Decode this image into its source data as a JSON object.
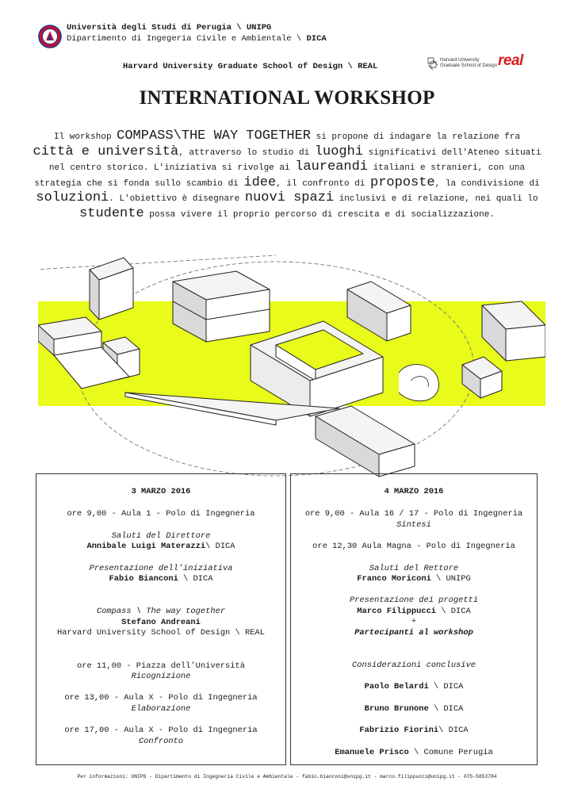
{
  "header": {
    "university": "Università degli Studi di Perugia \\ UNIPG",
    "department_prefix": "Dipartimento di Ingegeria Civile e Ambientale \\",
    "department_code": "DICA",
    "harvard": "Harvard University Graduate School of Design \\ REAL",
    "harvard_logo_line1": "Harvard University",
    "harvard_logo_line2": "Graduate School of Design",
    "real_logo": "real",
    "seal_icon": "university-seal-icon"
  },
  "title": "INTERNATIONAL WORKSHOP",
  "intro": {
    "s1": "Il workshop ",
    "k1": "COMPASS\\THE WAY TOGETHER",
    "s2": " si propone di indagare la relazione fra ",
    "k2": "città e università",
    "s3": ", attraverso lo studio di ",
    "k3": "luoghi",
    "s4": " significativi dell'Ateneo situati nel centro storico. L'iniziativa si rivolge ai ",
    "k4": "laureandi",
    "s5": " italiani e stranieri, con una strategia che si fonda sullo scambio di ",
    "k5": "idee",
    "s6": ", il confronto di ",
    "k6": "proposte",
    "s7": ", la condivisione di ",
    "k7": "soluzioni",
    "s8": ". L'obiettivo è disegnare ",
    "k8": "nuovi spazi",
    "s9": " inclusivi e di relazione, nei quali lo ",
    "k9": "studente",
    "s10": " possa vivere il proprio percorso di crescita e di socializzazione."
  },
  "colors": {
    "accent": "#e8fb1b",
    "text": "#1a1a1a",
    "real_red": "#d6201e"
  },
  "day1": {
    "date": "3 MARZO 2016",
    "session1": "ore 9,00 - Aula 1 - Polo di Ingegneria",
    "greet_label": "Saluti del Direttore",
    "greet_name": "Annibale Luigi Materazzi",
    "greet_aff": "\\ DICA",
    "pres_label": "Presentazione dell’iniziativa",
    "pres_name": "Fabio Bianconi",
    "pres_aff": " \\ DICA",
    "compass_label": "Compass \\ The way together",
    "compass_name": "Stefano Andreani",
    "compass_aff": "Harvard University School of Design \\ REAL",
    "s2_time": "ore 11,00 - Piazza dell’Università",
    "s2_label": "Ricognizione",
    "s3_time": "ore 13,00 - Aula X - Polo di Ingegneria",
    "s3_label": "Elaborazione",
    "s4_time": "ore 17,00 - Aula X - Polo di Ingegneria",
    "s4_label": "Confronto"
  },
  "day2": {
    "date": "4 MARZO 2016",
    "s1_time": "ore 9,00 - Aula 16 / 17 - Polo di Ingegneria",
    "s1_label": "Sintesi",
    "s2_time": "ore 12,30 Aula Magna - Polo di Ingegneria",
    "rector_label": "Saluti del Rettore",
    "rector_name": "Franco Moriconi",
    "rector_aff": " \\ UNIPG",
    "proj_label": "Presentazione dei progetti",
    "proj_name": "Marco Filippucci",
    "proj_aff": " \\ DICA",
    "plus": "+",
    "participants": "Partecipanti al workshop",
    "concl_label": "Considerazioni conclusive",
    "c1_name": "Paolo Belardi",
    "c1_aff": " \\ DICA",
    "c2_name": "Bruno Brunone",
    "c2_aff": " \\ DICA",
    "c3_name": "Fabrizio Fiorini",
    "c3_aff": "\\ DICA",
    "c4_name": "Emanuele Prisco",
    "c4_aff": " \\ Comune Perugia"
  },
  "footer": "Per informazioni: UNIPG - Dipartimento di Ingegneria Civile e Ambientale - fabio.bianconi@unipg.it - marco.filippucci@unipg.it - 075-5853784"
}
